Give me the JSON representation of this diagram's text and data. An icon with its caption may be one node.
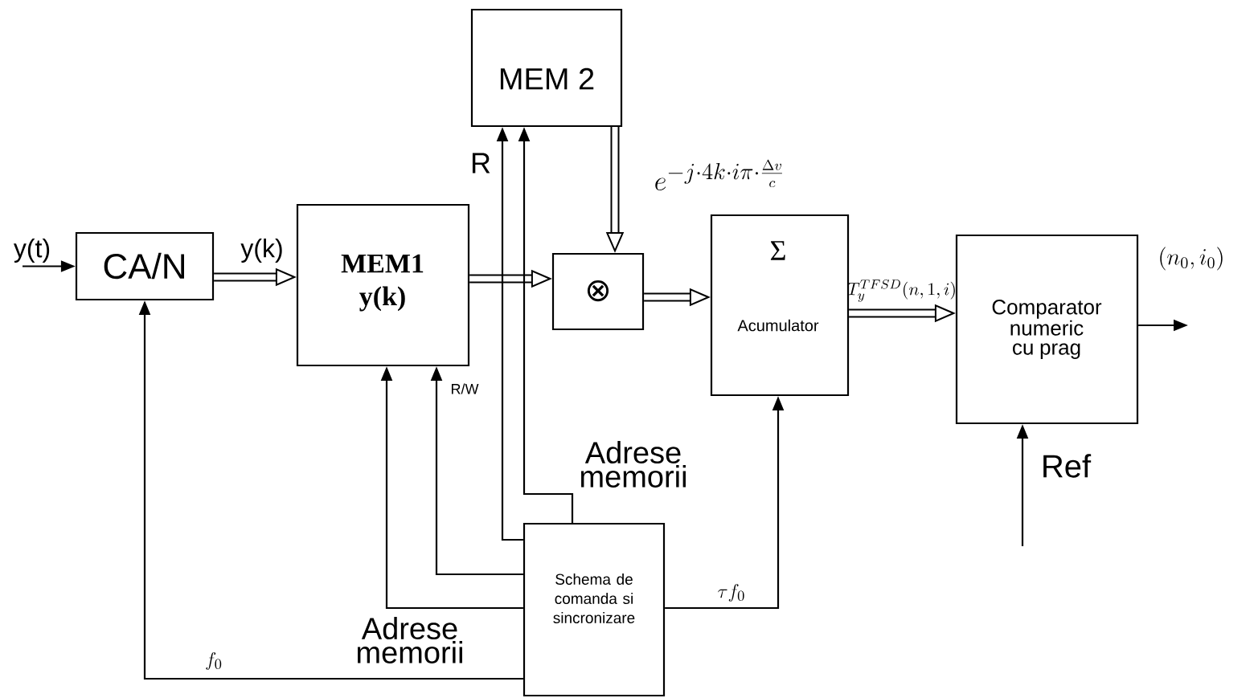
{
  "diagram": {
    "nodes": [
      {
        "text": [
          "CA/N"
        ]
      },
      {
        "text": [
          "MEM1",
          "y(k)"
        ]
      },
      {
        "text": [
          "MEM 2"
        ]
      },
      {
        "text": [
          "⊗"
        ]
      },
      {
        "text": [
          "Σ",
          "Acumulator"
        ]
      },
      {
        "text": [
          "Comparator numeric cu prag"
        ]
      },
      {
        "text": [
          "Schema de comanda si sincronizare"
        ]
      }
    ],
    "edges": [
      {
        "from": null,
        "to": 0,
        "arrow": "to",
        "label": "y(t)"
      },
      {
        "from": 0,
        "to": 1,
        "arrow": "to",
        "label": "y(k)",
        "style": "thick"
      },
      {
        "from": 1,
        "to": 3,
        "arrow": "to",
        "style": "thick"
      },
      {
        "from": 2,
        "to": 3,
        "arrow": "to",
        "label": "e^{-j\\cdot 4k\\cdot i\\pi\\cdot\\frac{\\Delta v}{c}}",
        "style": "thick"
      },
      {
        "from": 3,
        "to": 4,
        "arrow": "to",
        "style": "thick"
      },
      {
        "from": 4,
        "to": 5,
        "arrow": "to",
        "label": "T_{y}^{TFSD}(n,1,i)",
        "style": "thick"
      },
      {
        "from": 5,
        "to": null,
        "arrow": "to",
        "label": "(n_{0},i_{0})"
      },
      {
        "from": null,
        "to": 5,
        "arrow": "to",
        "label": "Ref"
      },
      {
        "from": 6,
        "to": 0,
        "arrow": "to",
        "label": "f_{0}"
      },
      {
        "from": 6,
        "to": 1,
        "arrow": "to",
        "label": "Adrese memorii"
      },
      {
        "from": 6,
        "to": 1,
        "arrow": "to",
        "label": "R/W"
      },
      {
        "from": 6,
        "to": 2,
        "arrow": "to",
        "label": "R"
      },
      {
        "from": 6,
        "to": 2,
        "arrow": "to",
        "label": "Adrese memorii"
      },
      {
        "from": 6,
        "to": 4,
        "arrow": "to",
        "label": "\\tau f_{0}"
      }
    ]
  }
}
